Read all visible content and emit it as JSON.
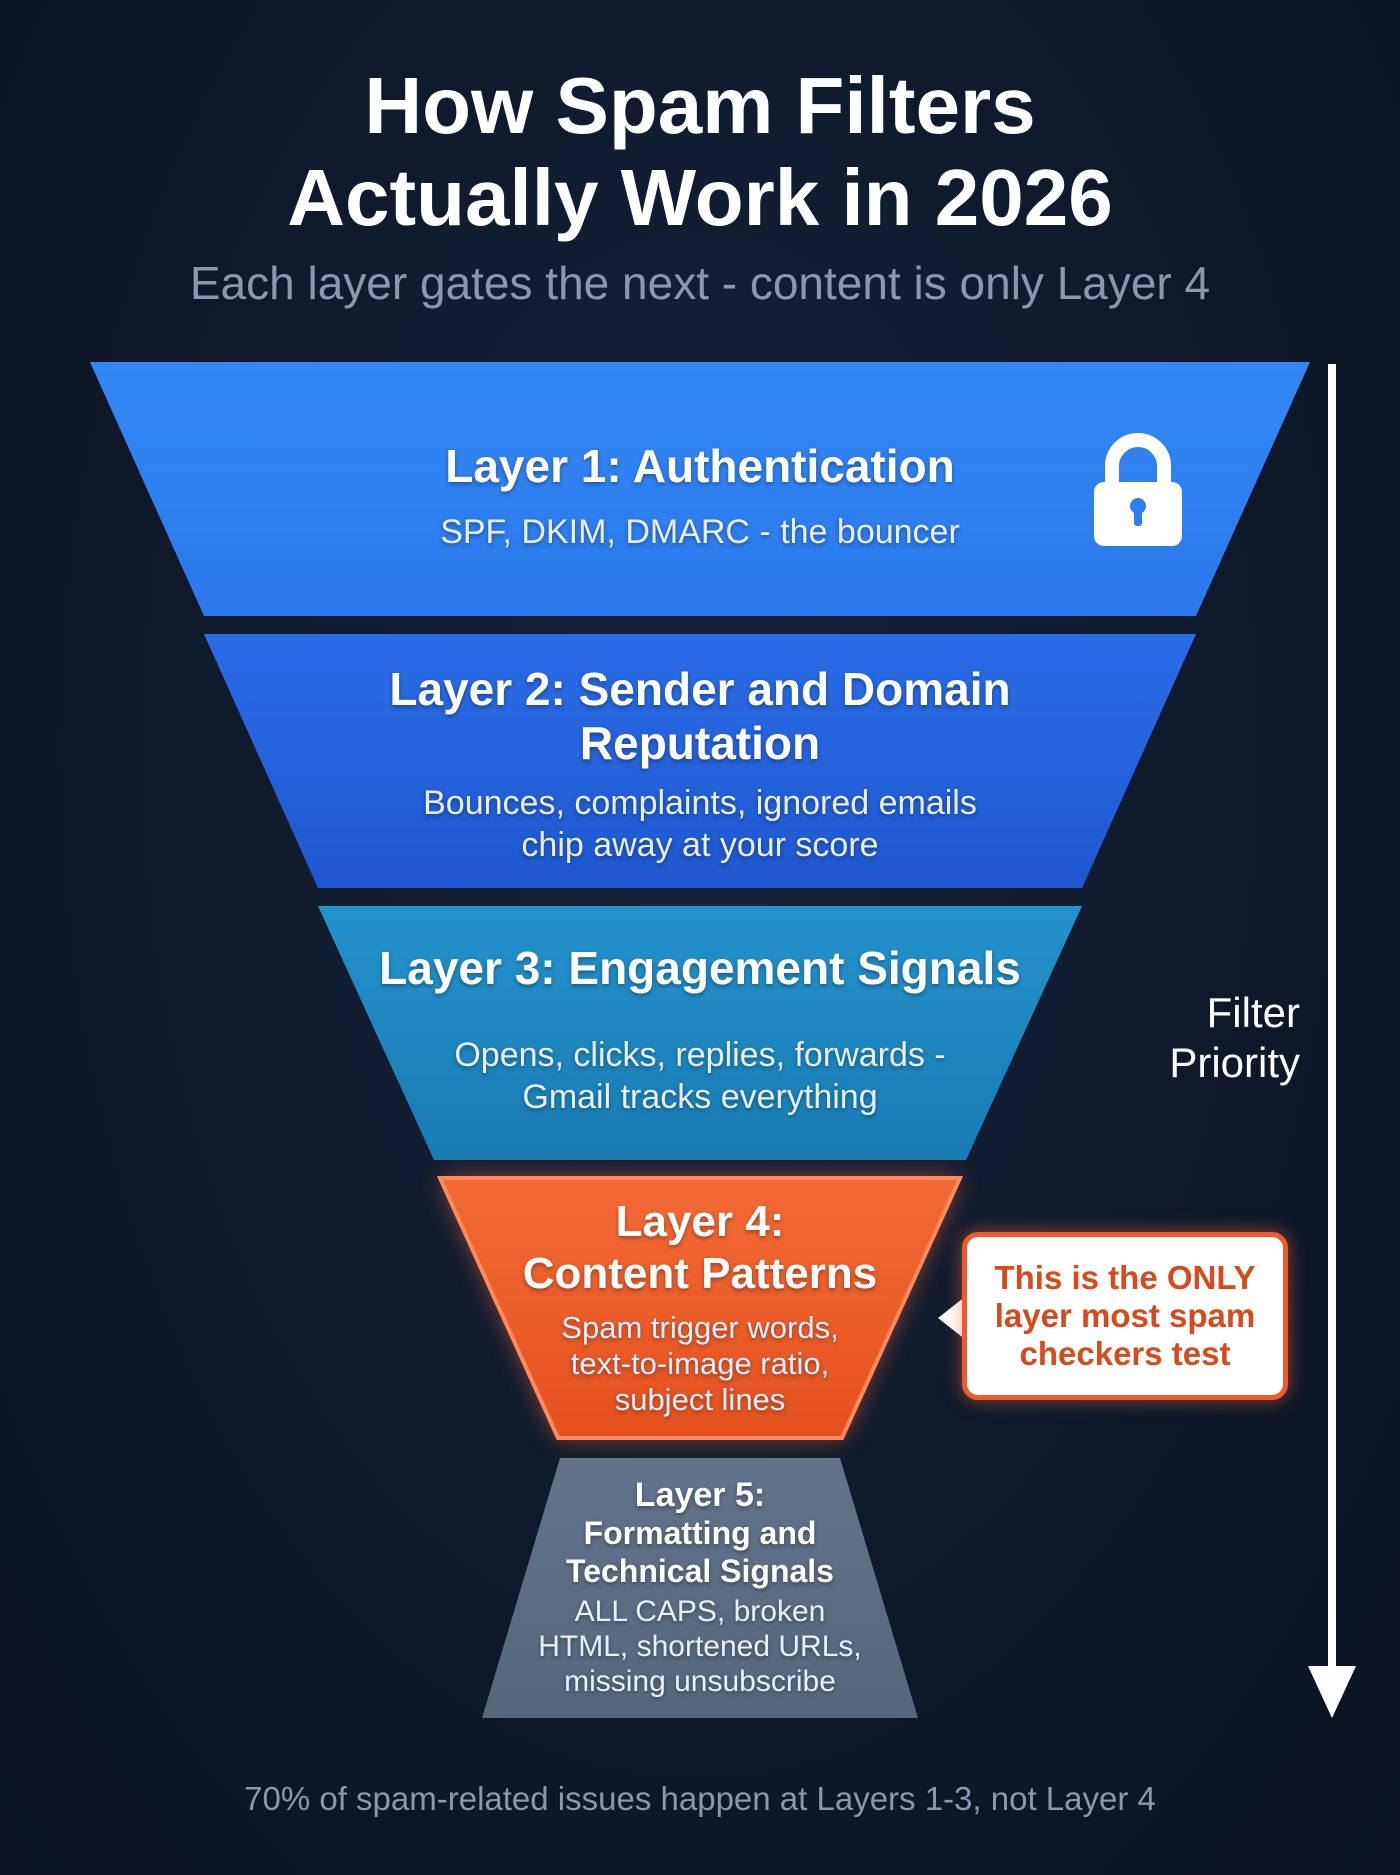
{
  "header": {
    "title_line1": "How Spam Filters",
    "title_line2": "Actually Work in 2026",
    "subtitle": "Each layer gates the next - content is only Layer 4"
  },
  "layers": [
    {
      "title": "Layer 1: Authentication",
      "description": "SPF, DKIM, DMARC - the bouncer",
      "color": "#2f7ff0",
      "icon": "lock-icon"
    },
    {
      "title_line1": "Layer 2: Sender and Domain",
      "title_line2": "Reputation",
      "description_line1": "Bounces, complaints, ignored emails",
      "description_line2": "chip away at your score",
      "color": "#2463dc"
    },
    {
      "title": "Layer 3: Engagement Signals",
      "description_line1": "Opens, clicks, replies, forwards -",
      "description_line2": "Gmail tracks everything",
      "color": "#1f86c1"
    },
    {
      "title_line1": "Layer 4:",
      "title_line2": "Content Patterns",
      "description_line1": "Spam trigger words,",
      "description_line2": "text-to-image ratio,",
      "description_line3": "subject lines",
      "color": "#ee5a2b",
      "highlighted": true
    },
    {
      "title": "Layer 5:",
      "subtitle_line1": "Formatting and",
      "subtitle_line2": "Technical Signals",
      "description_line1": "ALL CAPS, broken",
      "description_line2": "HTML, shortened URLs,",
      "description_line3": "missing unsubscribe",
      "color": "#5a6a82"
    }
  ],
  "callout": {
    "line1": "This is the ONLY",
    "line2": "layer most spam",
    "line3": "checkers test",
    "color": "#d64a1c"
  },
  "priority_axis": {
    "label_line1": "Filter",
    "label_line2": "Priority",
    "icon": "down-arrow-icon"
  },
  "footer": "70% of spam-related issues happen at Layers 1-3, not Layer 4"
}
